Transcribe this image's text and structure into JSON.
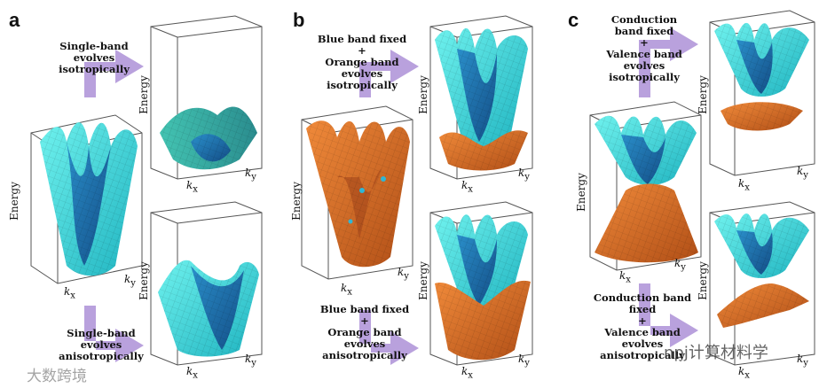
{
  "panels": {
    "a": {
      "letter": "a",
      "top_caption": [
        "Single-band",
        "evolves",
        "isotropically"
      ],
      "bottom_caption": [
        "Single-band",
        "evolves",
        "anisotropically"
      ]
    },
    "b": {
      "letter": "b",
      "top_caption": [
        "Blue band fixed",
        "+",
        "Orange band",
        "evolves",
        "isotropically"
      ],
      "bottom_caption": [
        "Blue band fixed",
        "+",
        "Orange band",
        "evolves",
        "anisotropically"
      ]
    },
    "c": {
      "letter": "c",
      "top_caption": [
        "Conduction",
        "band fixed",
        "+",
        "Valence band",
        "evolves",
        "isotropically"
      ],
      "bottom_caption": [
        "Conduction band",
        "fixed",
        "+",
        "Valence band",
        "evolves",
        "anisotropically"
      ]
    }
  },
  "axes": {
    "energy": "Energy",
    "kx": "k",
    "kx_sub": "x",
    "ky": "k",
    "ky_sub": "y"
  },
  "watermarks": {
    "left": "大数跨境",
    "right": "npj计算材料学"
  },
  "colors": {
    "arrow": "#b9a1dd",
    "cyan": "#35d8d4",
    "blue": "#1e78b4",
    "orange": "#e0762a",
    "box": "#555555"
  }
}
